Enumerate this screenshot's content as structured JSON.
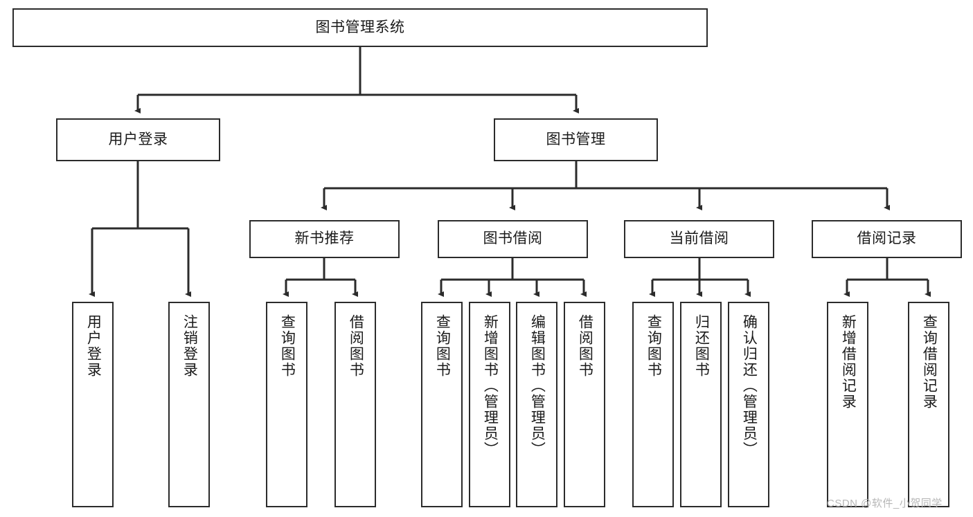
{
  "diagram": {
    "type": "tree-hierarchy-chart",
    "orientation": "top-down",
    "style": {
      "box_fill": "#ffffff",
      "box_stroke": "#2b2b2b",
      "edge_stroke": "#2b2b2b",
      "text_color": "#1a1a1a",
      "background": "#ffffff",
      "watermark_color": "#b7b7b7"
    },
    "root": {
      "id": "root",
      "label": "图书管理系统"
    },
    "level2": [
      {
        "id": "n-login",
        "label": "用户登录"
      },
      {
        "id": "n-bookmgmt",
        "label": "图书管理"
      }
    ],
    "level3": [
      {
        "id": "n-newbook",
        "label": "新书推荐",
        "parent": "n-bookmgmt"
      },
      {
        "id": "n-borrow",
        "label": "图书借阅",
        "parent": "n-bookmgmt"
      },
      {
        "id": "n-current",
        "label": "当前借阅",
        "parent": "n-bookmgmt"
      },
      {
        "id": "n-record",
        "label": "借阅记录",
        "parent": "n-bookmgmt"
      }
    ],
    "leaves": [
      {
        "id": "l1",
        "label": "用户登录",
        "parent": "n-login"
      },
      {
        "id": "l2",
        "label": "注销登录",
        "parent": "n-login"
      },
      {
        "id": "l3",
        "label": "查询图书",
        "parent": "n-newbook"
      },
      {
        "id": "l4",
        "label": "借阅图书",
        "parent": "n-newbook"
      },
      {
        "id": "l5",
        "label": "查询图书",
        "parent": "n-borrow"
      },
      {
        "id": "l6",
        "label": "新增图书（管理员）",
        "parent": "n-borrow"
      },
      {
        "id": "l7",
        "label": "编辑图书（管理员）",
        "parent": "n-borrow"
      },
      {
        "id": "l8",
        "label": "借阅图书",
        "parent": "n-borrow"
      },
      {
        "id": "l9",
        "label": "查询图书",
        "parent": "n-current"
      },
      {
        "id": "l10",
        "label": "归还图书",
        "parent": "n-current"
      },
      {
        "id": "l11",
        "label": "确认归还（管理员）",
        "parent": "n-current"
      },
      {
        "id": "l12",
        "label": "新增借阅记录",
        "parent": "n-record"
      },
      {
        "id": "l13",
        "label": "查询借阅记录",
        "parent": "n-record"
      }
    ],
    "watermark": "CSDN @软件_小贺同学"
  }
}
